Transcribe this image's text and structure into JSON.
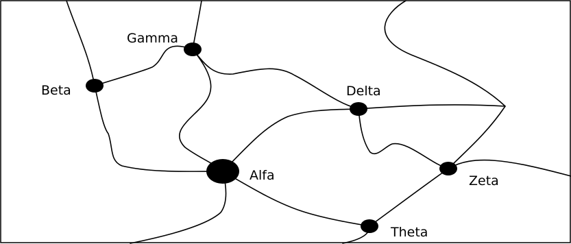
{
  "diagram": {
    "nodes": [
      {
        "id": "gamma",
        "label": "Gamma"
      },
      {
        "id": "beta",
        "label": "Beta"
      },
      {
        "id": "delta",
        "label": "Delta"
      },
      {
        "id": "alfa",
        "label": "Alfa"
      },
      {
        "id": "zeta",
        "label": "Zeta"
      },
      {
        "id": "theta",
        "label": "Theta"
      }
    ],
    "edges": [
      {
        "from": "beta",
        "to": "gamma"
      },
      {
        "from": "gamma",
        "to": "delta"
      },
      {
        "from": "gamma",
        "to": "alfa"
      },
      {
        "from": "beta",
        "to": "alfa"
      },
      {
        "from": "alfa",
        "to": "delta"
      },
      {
        "from": "alfa",
        "to": "theta"
      },
      {
        "from": "delta",
        "to": "zeta"
      },
      {
        "from": "zeta",
        "to": "theta"
      }
    ],
    "colors": {
      "line": "#000000",
      "node": "#000000",
      "background": "#ffffff"
    }
  }
}
